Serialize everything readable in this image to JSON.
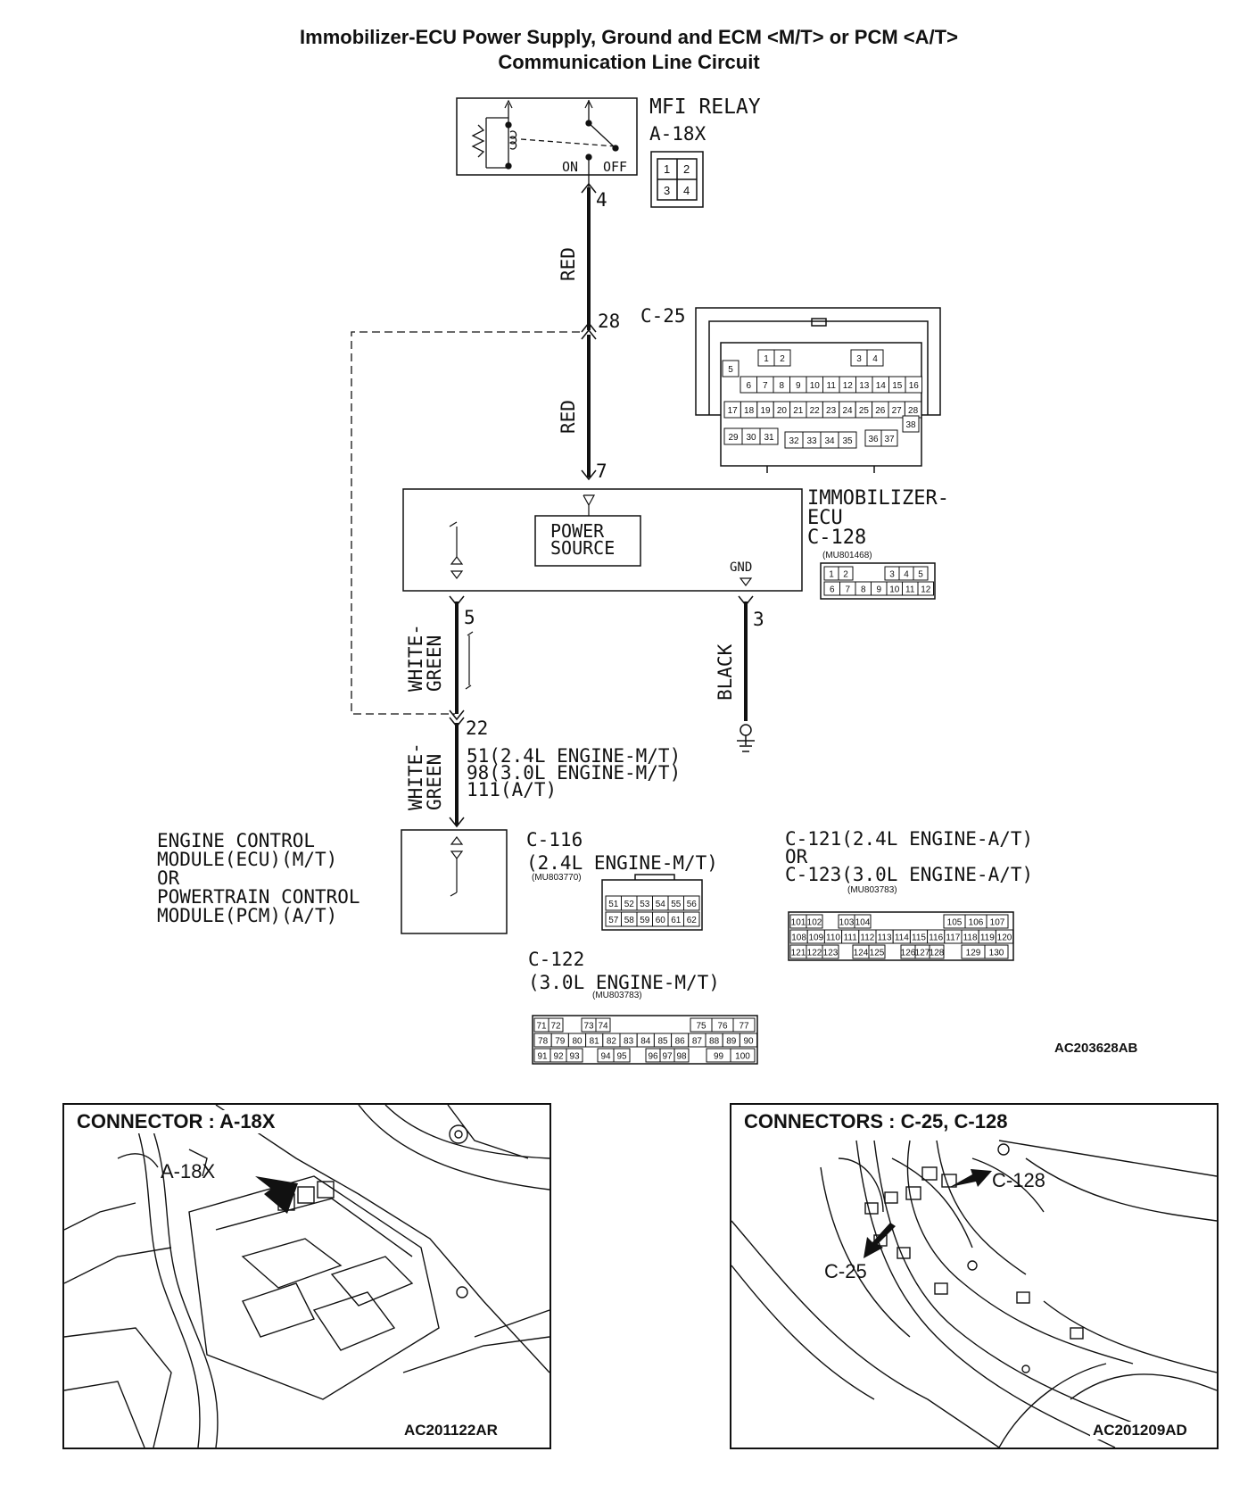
{
  "title": {
    "line1": "Immobilizer-ECU Power Supply, Ground and ECM <M/T> or PCM <A/T>",
    "line2": "Communication Line Circuit"
  },
  "relay": {
    "name": "MFI RELAY",
    "connector": "A-18X",
    "on_label": "ON",
    "off_label": "OFF",
    "pins": [
      "1",
      "2",
      "3",
      "4"
    ],
    "terminal": "4"
  },
  "wires": {
    "red_upper": "RED",
    "red_lower": "RED",
    "white_green_upper": "WHITE-\nGREEN",
    "white_green_lower": "WHITE-\nGREEN",
    "black": "BLACK"
  },
  "terminals": {
    "t28": "28",
    "t7": "7",
    "t5": "5",
    "t3": "3",
    "t22": "22"
  },
  "c25": {
    "label": "C-25",
    "pins_row1": [
      "1",
      "2",
      "3",
      "4"
    ],
    "pins_row2": [
      "5",
      "6",
      "7",
      "8",
      "9",
      "10",
      "11",
      "12",
      "13",
      "14",
      "15",
      "16"
    ],
    "pins_row3": [
      "17",
      "18",
      "19",
      "20",
      "21",
      "22",
      "23",
      "24",
      "25",
      "26",
      "27",
      "28"
    ],
    "pins_row4": [
      "29",
      "30",
      "31",
      "32",
      "33",
      "34",
      "35",
      "36",
      "37",
      "38"
    ]
  },
  "immobilizer": {
    "label": "IMMOBILIZER-\nECU\nC-128",
    "part": "(MU801468)",
    "power_source": "POWER\nSOURCE",
    "gnd": "GND",
    "pins_row1": [
      "1",
      "2",
      "3",
      "4",
      "5"
    ],
    "pins_row2": [
      "6",
      "7",
      "8",
      "9",
      "10",
      "11",
      "12"
    ]
  },
  "ecm": {
    "label": "ENGINE CONTROL\nMODULE(ECU)(M/T)\nOR\nPOWERTRAIN CONTROL\nMODULE(PCM)(A/T)",
    "terminal_note": "51(2.4L ENGINE-M/T)\n98(3.0L ENGINE-M/T)\n111(A/T)"
  },
  "c116": {
    "label": "C-116\n(2.4L ENGINE-M/T)",
    "part": "(MU803770)",
    "pins_row1": [
      "51",
      "52",
      "53",
      "54",
      "55",
      "56"
    ],
    "pins_row2": [
      "57",
      "58",
      "59",
      "60",
      "61",
      "62"
    ]
  },
  "c121": {
    "label": "C-121(2.4L ENGINE-A/T)\nOR\nC-123(3.0L ENGINE-A/T)",
    "part": "(MU803783)",
    "pins_row1": [
      "101",
      "102",
      "103",
      "104",
      "105",
      "106",
      "107"
    ],
    "pins_row2": [
      "108",
      "109",
      "110",
      "111",
      "112",
      "113",
      "114",
      "115",
      "116",
      "117",
      "118",
      "119",
      "120"
    ],
    "pins_row3": [
      "121",
      "122",
      "123",
      "124",
      "125",
      "126",
      "127",
      "128",
      "129",
      "130"
    ]
  },
  "c122": {
    "label": "C-122\n(3.0L ENGINE-M/T)",
    "part": "(MU803783)",
    "pins_row1": [
      "71",
      "72",
      "73",
      "74",
      "75",
      "76",
      "77"
    ],
    "pins_row2": [
      "78",
      "79",
      "80",
      "81",
      "82",
      "83",
      "84",
      "85",
      "86",
      "87",
      "88",
      "89",
      "90"
    ],
    "pins_row3": [
      "91",
      "92",
      "93",
      "94",
      "95",
      "96",
      "97",
      "98",
      "99",
      "100"
    ]
  },
  "figure_code": "AC203628AB",
  "panel_left": {
    "title": "CONNECTOR : A-18X",
    "callout": "A-18X",
    "code": "AC201122AR"
  },
  "panel_right": {
    "title": "CONNECTORS : C-25, C-128",
    "callout_c128": "C-128",
    "callout_c25": "C-25",
    "code": "AC201209AD"
  }
}
